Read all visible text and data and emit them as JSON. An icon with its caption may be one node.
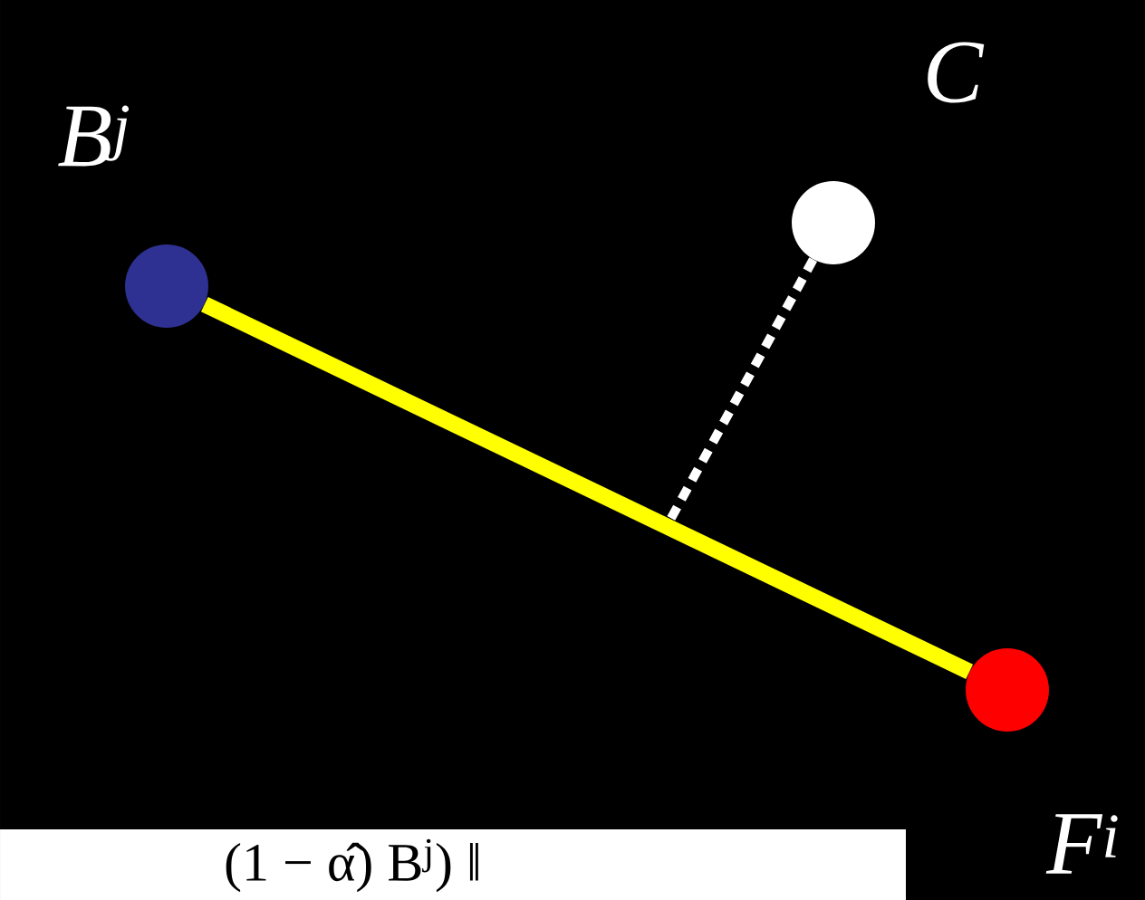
{
  "diagram": {
    "nodes": [
      {
        "text": [
          "B$^{j}$"
        ]
      },
      {
        "text": [
          "C"
        ]
      },
      {
        "text": [
          "F$^{i}$"
        ]
      }
    ],
    "edges": [
      {
        "from": 0,
        "to": 2,
        "arrow": "none",
        "style": "thick",
        "color": "#ffff00"
      },
      {
        "from": 1,
        "to": null,
        "arrow": "none",
        "style": "dashed",
        "color": "#ffffff"
      }
    ],
    "labels": [
      "(1 − α̂) B$^{j}$) ‖"
    ]
  }
}
